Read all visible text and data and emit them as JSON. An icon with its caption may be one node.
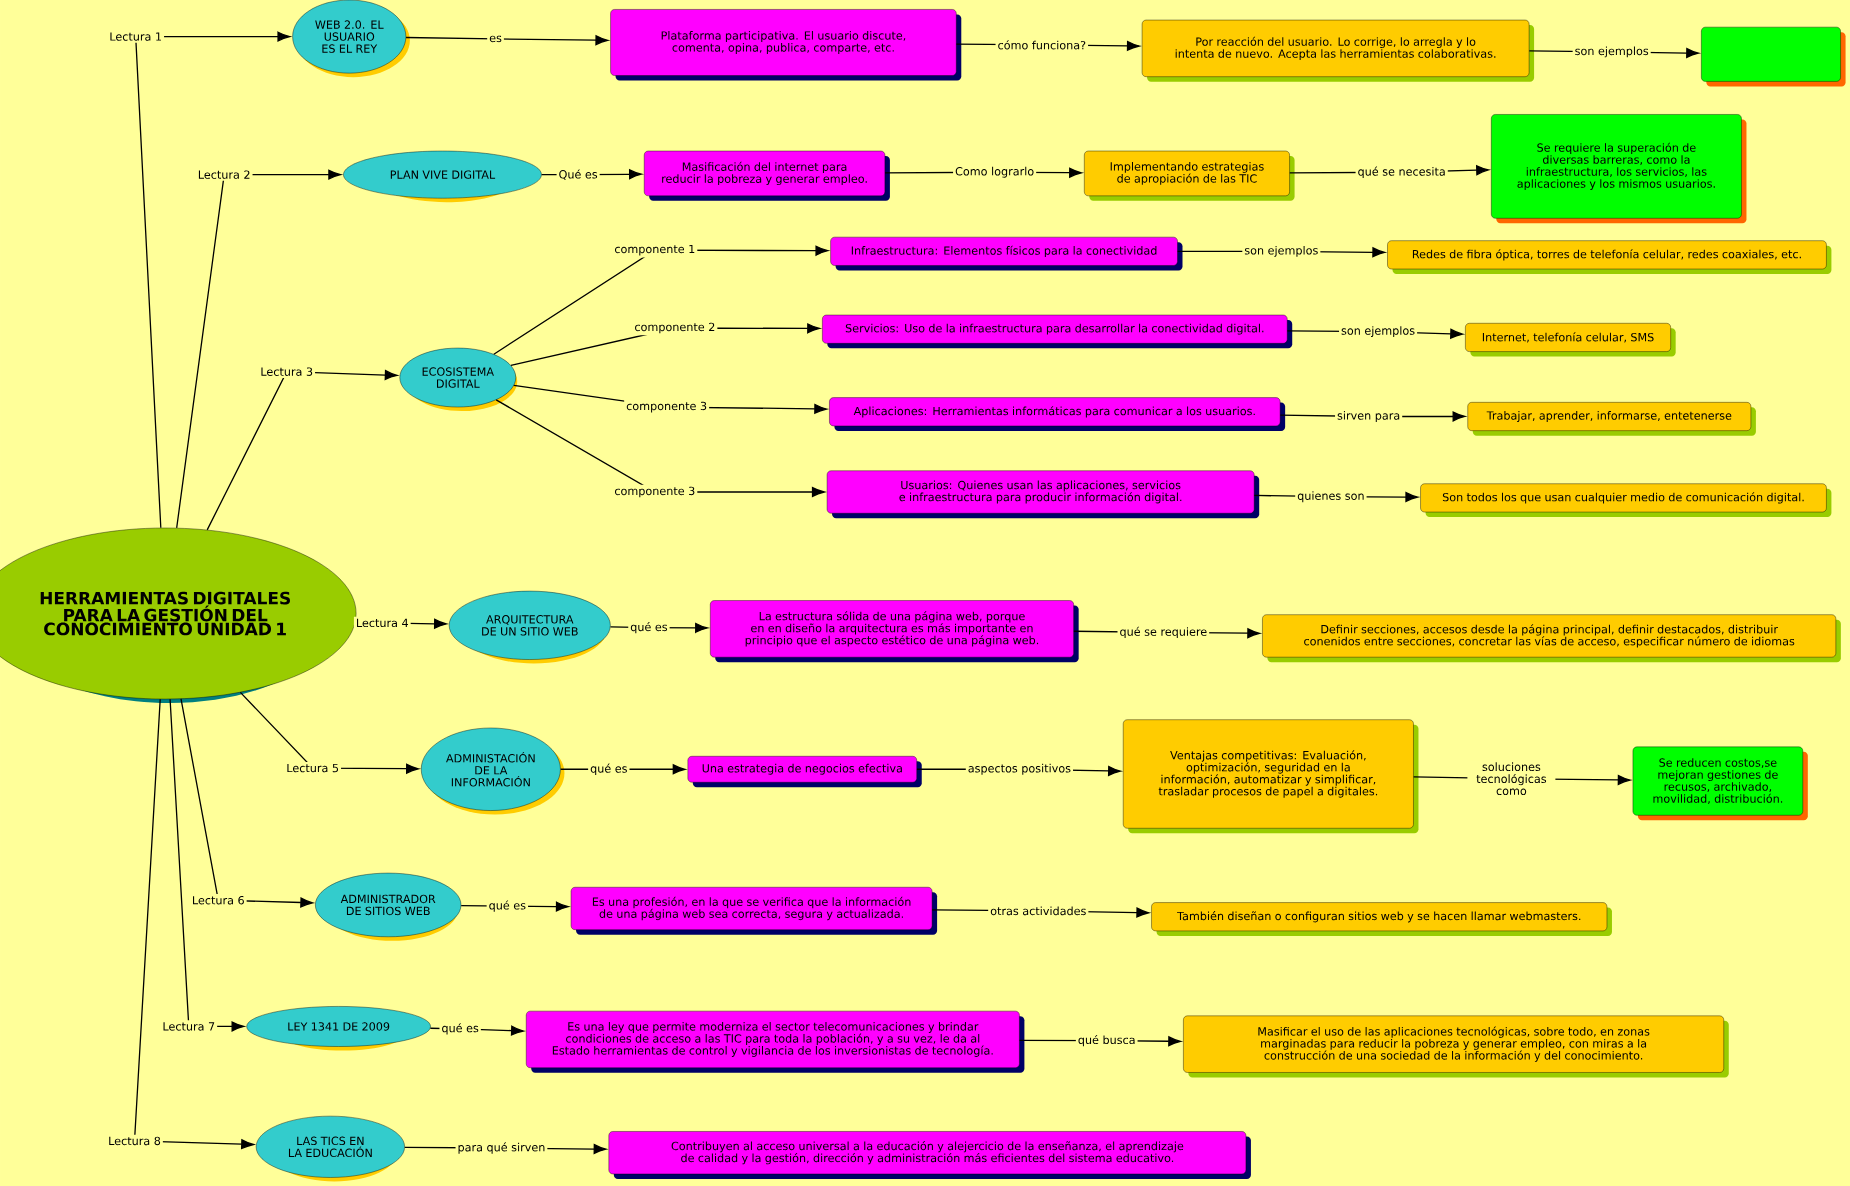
{
  "diagram": {
    "nodes": [
      {
        "text": [
          "HERRAMIENTAS DIGITALES PARA LA GESTIÓN DEL CONOCIMIENTO UNIDAD 1"
        ]
      },
      {
        "text": [
          "WEB 2.0. EL USUARIO ES EL REY"
        ]
      },
      {
        "text": [
          "Plataforma participativa. El usuario discute, comenta, opina, publica, comparte, etc."
        ]
      },
      {
        "text": [
          "Por reacción del usuario. Lo corrige, lo arregla y lo intenta de nuevo. Acepta las herramientas colaborativas."
        ]
      },
      {
        "text": [],
        "shape": "box"
      },
      {
        "text": [
          "PLAN VIVE DIGITAL"
        ]
      },
      {
        "text": [
          "Masificación del internet para reducir la pobreza y generar empleo."
        ]
      },
      {
        "text": [
          "Implementando estrategias de apropiación de las TIC"
        ]
      },
      {
        "text": [
          "Se requiere la superación de diversas barreras, como la infraestructura, los servicios, las aplicaciones y los mismos usuarios."
        ]
      },
      {
        "text": [
          "ECOSISTEMA DIGITAL"
        ]
      },
      {
        "text": [
          "Infraestructura: Elementos físicos para la conectividad"
        ]
      },
      {
        "text": [
          "Redes de fibra óptica, torres de telefonía celular, redes coaxiales, etc."
        ]
      },
      {
        "text": [
          "Servicios: Uso de la infraestructura para desarrollar la conectividad digital."
        ]
      },
      {
        "text": [
          "Internet, telefonía celular, SMS"
        ]
      },
      {
        "text": [
          "Aplicaciones: Herramientas informáticas para comunicar a los usuarios."
        ]
      },
      {
        "text": [
          "Trabajar, aprender, informarse, entetenerse"
        ]
      },
      {
        "text": [
          "Usuarios: Quienes usan las aplicaciones, servicios e infraestructura para producir información digital."
        ]
      },
      {
        "text": [
          "Son todos los que usan cualquier medio de comunicación digital."
        ]
      },
      {
        "text": [
          "ARQUITECTURA DE UN SITIO WEB"
        ]
      },
      {
        "text": [
          "La estructura sólida de una página web, porque en en diseño la arquitectura es más importante en principio que el aspecto estético de una página web."
        ]
      },
      {
        "text": [
          "Definir secciones, accesos desde la página principal, definir destacados, distribuir conenidos entre secciones, concretar las vías de acceso, especificar número de idiomas"
        ]
      },
      {
        "text": [
          "ADMINISTACIÓN DE LA INFORMACIÓN"
        ]
      },
      {
        "text": [
          "Una estrategia de negocios efectiva"
        ]
      },
      {
        "text": [
          "Ventajas competitivas: Evaluación, optimización, seguridad en la información, automatizar y simplificar, trasladar procesos de papel a digitales."
        ]
      },
      {
        "text": [
          "Se reducen costos,se mejoran gestiones de recusos, archivado, movilidad, distribución."
        ]
      },
      {
        "text": [
          "ADMINISTRADOR DE SITIOS WEB"
        ]
      },
      {
        "text": [
          "Es una profesión, en la que se verifica que la información de una página web sea correcta, segura y actualizada."
        ]
      },
      {
        "text": [
          "También diseñan o configuran sitios web y se hacen llamar webmasters."
        ]
      },
      {
        "text": [
          "LEY 1341 DE 2009"
        ]
      },
      {
        "text": [
          "Es una ley que permite moderniza el sector telecomunicaciones y brindar condiciones de acceso a las TIC para toda la población, y a su vez, le da al Estado herramientas de control y vigilancia de los inversionistas de tecnología."
        ]
      },
      {
        "text": [
          "Masificar el uso de las aplicaciones tecnológicas, sobre todo, en zonas marginadas para reducir la pobreza y generar empleo, con miras a la construcción de una sociedad de la información y del conocimiento."
        ]
      },
      {
        "text": [
          "LAS TICS EN LA EDUCACIÓN"
        ]
      },
      {
        "text": [
          "Contribuyen al acceso universal a la educación y alejercicio de la enseñanza, el aprendizaje de calidad y la gestión, dirección y administración más eficientes del sistema educativo."
        ]
      }
    ],
    "edges": [
      {
        "from": 0,
        "to": 1,
        "arrow": "to",
        "label": "Lectura 1"
      },
      {
        "from": 1,
        "to": 2,
        "arrow": "to",
        "label": "es"
      },
      {
        "from": 2,
        "to": 3,
        "arrow": "to",
        "label": "cómo funciona?"
      },
      {
        "from": 3,
        "to": 4,
        "arrow": "to",
        "label": "son ejemplos"
      },
      {
        "from": 0,
        "to": 5,
        "arrow": "to",
        "label": "Lectura 2"
      },
      {
        "from": 5,
        "to": 6,
        "arrow": "to",
        "label": "Qué es"
      },
      {
        "from": 6,
        "to": 7,
        "arrow": "to",
        "label": "Como lograrlo"
      },
      {
        "from": 7,
        "to": 8,
        "arrow": "to",
        "label": "qué se necesita"
      },
      {
        "from": 0,
        "to": 9,
        "arrow": "to",
        "label": "Lectura 3"
      },
      {
        "from": 9,
        "to": 10,
        "arrow": "to",
        "label": "componente 1"
      },
      {
        "from": 10,
        "to": 11,
        "arrow": "to",
        "label": "son ejemplos"
      },
      {
        "from": 9,
        "to": 12,
        "arrow": "to",
        "label": "componente 2"
      },
      {
        "from": 12,
        "to": 13,
        "arrow": "to",
        "label": "son ejemplos"
      },
      {
        "from": 9,
        "to": 14,
        "arrow": "to",
        "label": "componente 3"
      },
      {
        "from": 14,
        "to": 15,
        "arrow": "to",
        "label": "sirven para"
      },
      {
        "from": 9,
        "to": 16,
        "arrow": "to",
        "label": "componente 3"
      },
      {
        "from": 16,
        "to": 17,
        "arrow": "to",
        "label": "quienes son"
      },
      {
        "from": 0,
        "to": 18,
        "arrow": "to",
        "label": "Lectura 4"
      },
      {
        "from": 18,
        "to": 19,
        "arrow": "to",
        "label": "qué es"
      },
      {
        "from": 19,
        "to": 20,
        "arrow": "to",
        "label": "qué se requiere"
      },
      {
        "from": 0,
        "to": 21,
        "arrow": "to",
        "label": "Lectura 5"
      },
      {
        "from": 21,
        "to": 22,
        "arrow": "to",
        "label": "qué es"
      },
      {
        "from": 22,
        "to": 23,
        "arrow": "to",
        "label": "aspectos positivos"
      },
      {
        "from": 23,
        "to": 24,
        "arrow": "to",
        "label": "soluciones tecnológicas como"
      },
      {
        "from": 0,
        "to": 25,
        "arrow": "to",
        "label": "Lectura 6"
      },
      {
        "from": 25,
        "to": 26,
        "arrow": "to",
        "label": "qué es"
      },
      {
        "from": 26,
        "to": 27,
        "arrow": "to",
        "label": "otras actividades"
      },
      {
        "from": 0,
        "to": 28,
        "arrow": "to",
        "label": "Lectura 7"
      },
      {
        "from": 28,
        "to": 29,
        "arrow": "to",
        "label": "qué es"
      },
      {
        "from": 29,
        "to": 30,
        "arrow": "to",
        "label": "qué busca"
      },
      {
        "from": 0,
        "to": 31,
        "arrow": "to",
        "label": "Lectura 8"
      },
      {
        "from": 31,
        "to": 32,
        "arrow": "to",
        "label": "para qué sirven"
      }
    ]
  }
}
